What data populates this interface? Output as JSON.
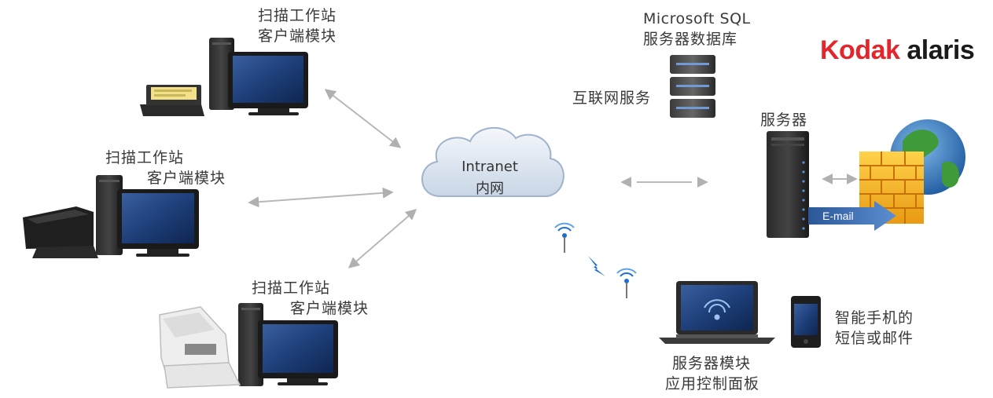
{
  "brand": {
    "logo_part1": "Kodak",
    "logo_part2": "alaris",
    "logo_color": "#e3262b"
  },
  "workstations": [
    {
      "line1": "扫描工作站",
      "line2": "客户端模块"
    },
    {
      "line1": "扫描工作站",
      "line2": "客户端模块"
    },
    {
      "line1": "扫描工作站",
      "line2": "客户端模块"
    }
  ],
  "network": {
    "line1": "Intranet",
    "line2": "内网"
  },
  "database": {
    "line1": "Microsoft SQL",
    "line2": "服务器数据库"
  },
  "web_service": {
    "label": "互联网服务"
  },
  "server": {
    "label": "服务器",
    "email_label": "E-mail"
  },
  "control_panel": {
    "line1": "服务器模块",
    "line2": "应用控制面板"
  },
  "smartphone": {
    "line1": "智能手机的",
    "line2": "短信或邮件"
  }
}
